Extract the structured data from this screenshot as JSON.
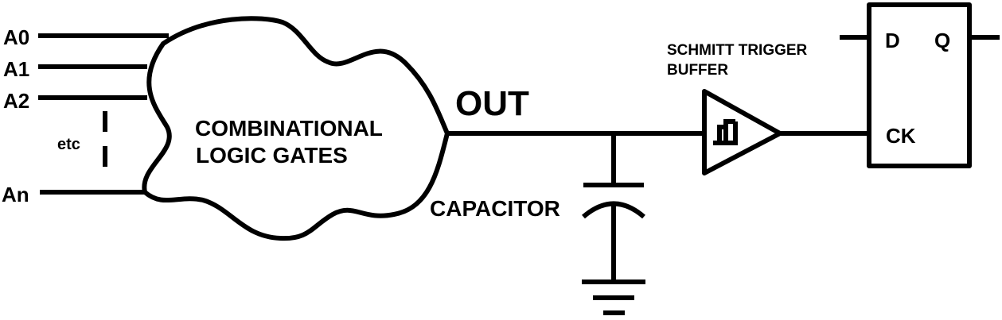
{
  "inputs": {
    "a0": "A0",
    "a1": "A1",
    "a2": "A2",
    "etc": "etc",
    "an": "An"
  },
  "logic_block": {
    "line1": "COMBINATIONAL",
    "line2": "LOGIC GATES"
  },
  "output_label": "OUT",
  "capacitor_label": "CAPACITOR",
  "buffer_label": {
    "line1": "SCHMITT TRIGGER",
    "line2": "BUFFER"
  },
  "flipflop": {
    "d": "D",
    "q": "Q",
    "ck": "CK"
  }
}
